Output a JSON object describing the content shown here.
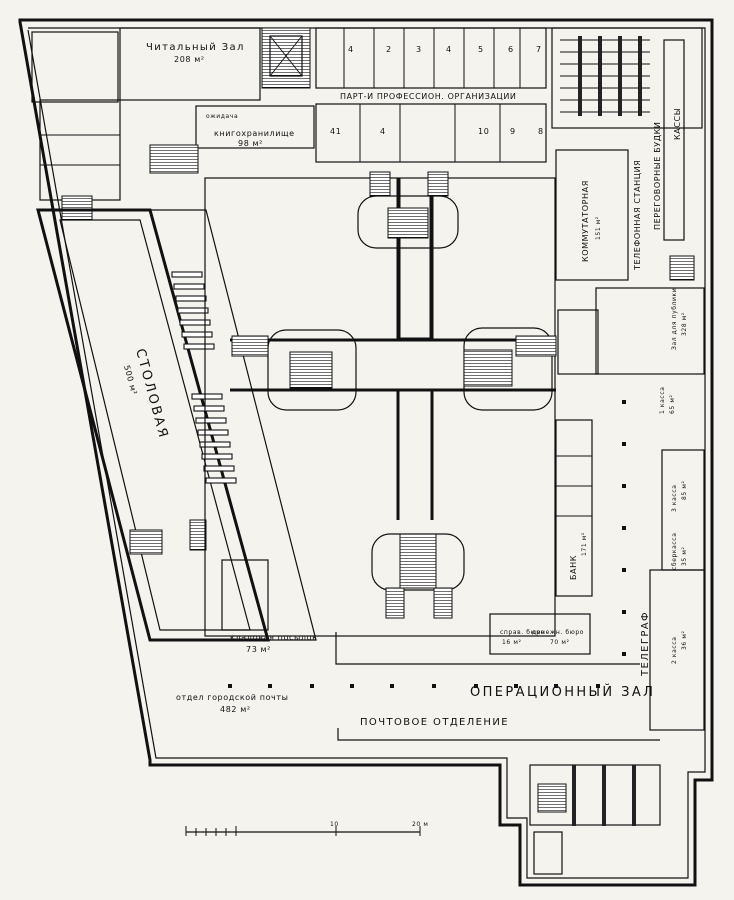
{
  "rooms": {
    "reading_hall": "Читальный Зал",
    "reading_hall_area": "208 м²",
    "party_orgs": "ПАРТ-И ПРОФЕССИОН. ОРГАНИЗАЦИИ",
    "book_storage": "книгохранилище",
    "book_storage_area": "98 м²",
    "waiting": "ожидача",
    "canteen": "СТОЛОВАЯ",
    "canteen_area": "500 м²",
    "switchboard": "КОММУТАТОРНАЯ",
    "switchboard_area": "151 м²",
    "phone_station": "ТЕЛЕФОННАЯ СТАНЦИЯ",
    "phone_booths": "ПЕРЕГОВОРНЫЕ БУДКИ",
    "cashier": "КАССЫ",
    "public_hall": "Зал для публики",
    "public_hall_area": "328 м²",
    "cashier_1": "1 касса",
    "cashier_1_area": "65 м²",
    "cashier_3": "3 касса",
    "cashier_3_area": "85 м²",
    "savings": "сберкасса",
    "savings_area": "35 м²",
    "cashier_2": "2 касса",
    "cashier_2_area": "36 м²",
    "bank": "БАНК",
    "bank_area": "171 м²",
    "money_office": "денежн. бюро",
    "money_office_area": "70 м²",
    "inquiry": "справ. бюро",
    "inquiry_area": "16 м²",
    "parcels_storage": "кладовая посылок",
    "parcels_storage_area": "73 м²",
    "city_post_dept": "отдел городской почты",
    "city_post_area": "482 м²",
    "operations_hall": "ОПЕРАЦИОННЫЙ ЗАЛ",
    "post_office": "ПОЧТОВОЕ ОТДЕЛЕНИЕ",
    "telegraph": "ТЕЛЕГРАФ",
    "numbered_rooms": [
      "4",
      "2",
      "3",
      "4",
      "5",
      "6",
      "7"
    ],
    "numbered_rooms_b": [
      "41",
      "4",
      "10",
      "9",
      "8"
    ]
  },
  "scale": {
    "mark_10": "10",
    "mark_20": "20 м"
  }
}
